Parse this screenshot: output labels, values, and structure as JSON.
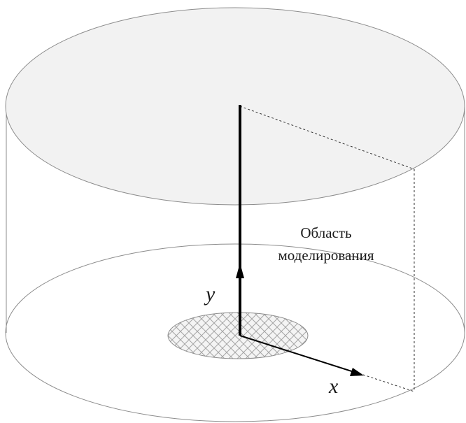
{
  "labels": {
    "region_line1": "Область",
    "region_line2": "моделирования",
    "axis_y": "y",
    "axis_x": "x"
  },
  "colors": {
    "top_fill": "#f2f2f2",
    "outline": "#8c8c8c",
    "axis": "#000000",
    "hatch": "#a6a6a6",
    "dashed": "#333333"
  }
}
